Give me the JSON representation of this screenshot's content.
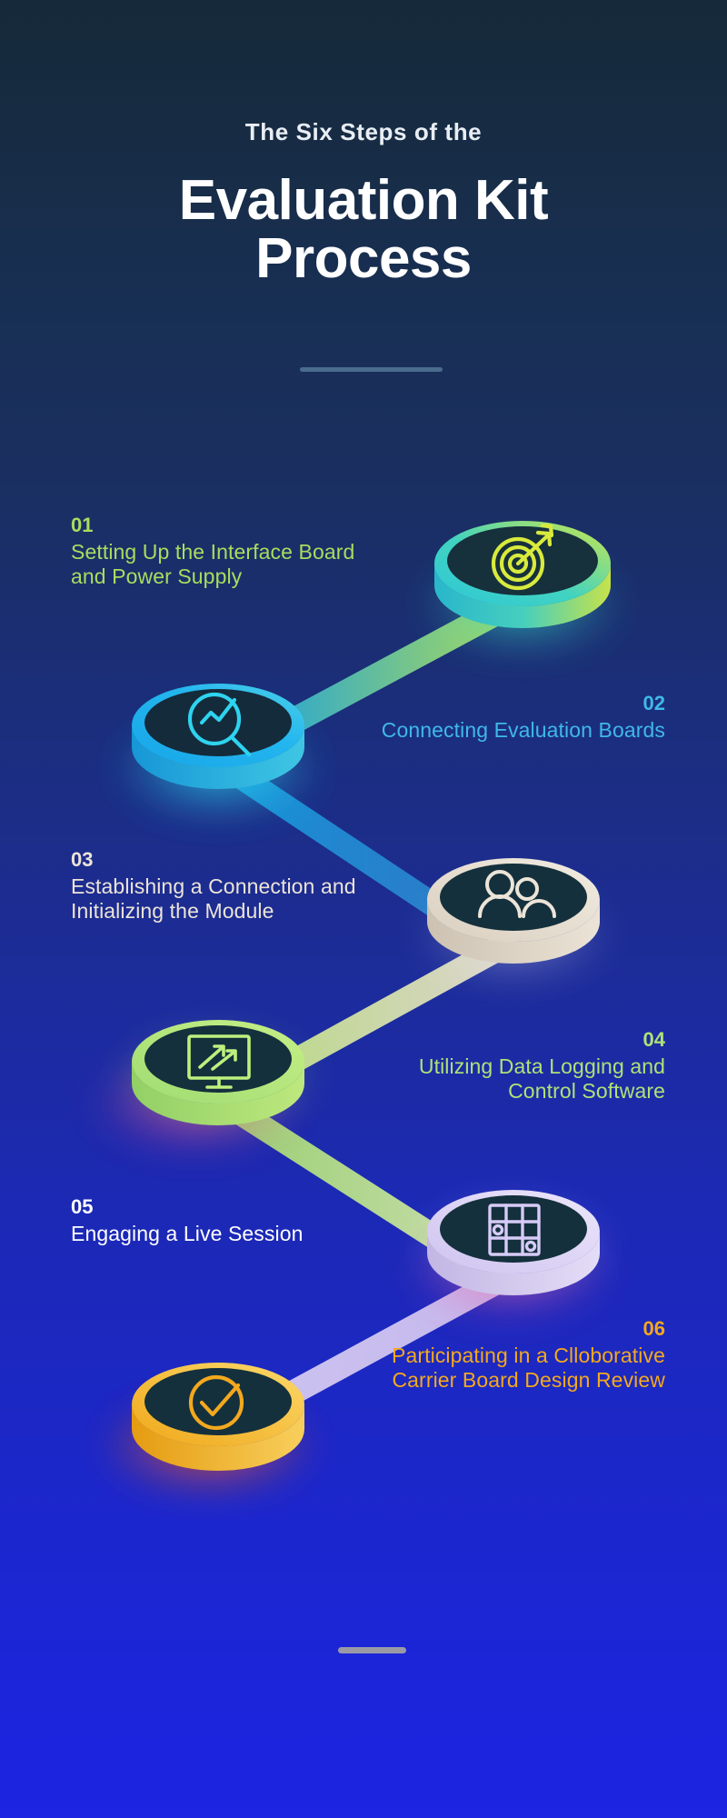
{
  "header": {
    "kicker": "The Six Steps of the",
    "title_line1": "Evaluation Kit",
    "title_line2": "Process"
  },
  "colors": {
    "background_top": "#16293a",
    "background_bottom": "#1d24e2",
    "top_divider": "#4a6b8c",
    "bottom_divider": "#9a9aa6",
    "step1": "#a8dd5e",
    "step2": "#3fb9e8",
    "step3": "#ece4d8",
    "step4": "#aee276",
    "step5": "#ffffff",
    "step6": "#f3a81e"
  },
  "steps": [
    {
      "number": "01",
      "label": "Setting Up the Interface Board and Power Supply",
      "color": "#a8dd5e",
      "icon": "target-arrow-icon",
      "side": "left"
    },
    {
      "number": "02",
      "label": "Connecting Evaluation Boards",
      "color": "#3fb9e8",
      "icon": "magnifier-trend-icon",
      "side": "right"
    },
    {
      "number": "03",
      "label": "Establishing a Connection and Initializing the Module",
      "color": "#ece4d8",
      "icon": "users-group-icon",
      "side": "left"
    },
    {
      "number": "04",
      "label": "Utilizing Data Logging and Control Software",
      "color": "#aee276",
      "icon": "monitor-growth-icon",
      "side": "right"
    },
    {
      "number": "05",
      "label": "Engaging a Live Session",
      "color": "#ffffff",
      "icon": "grid-dots-icon",
      "side": "left"
    },
    {
      "number": "06",
      "label": "Participating in a Clloborative Carrier Board Design Review",
      "color": "#f3a81e",
      "icon": "check-circle-icon",
      "side": "right"
    }
  ]
}
